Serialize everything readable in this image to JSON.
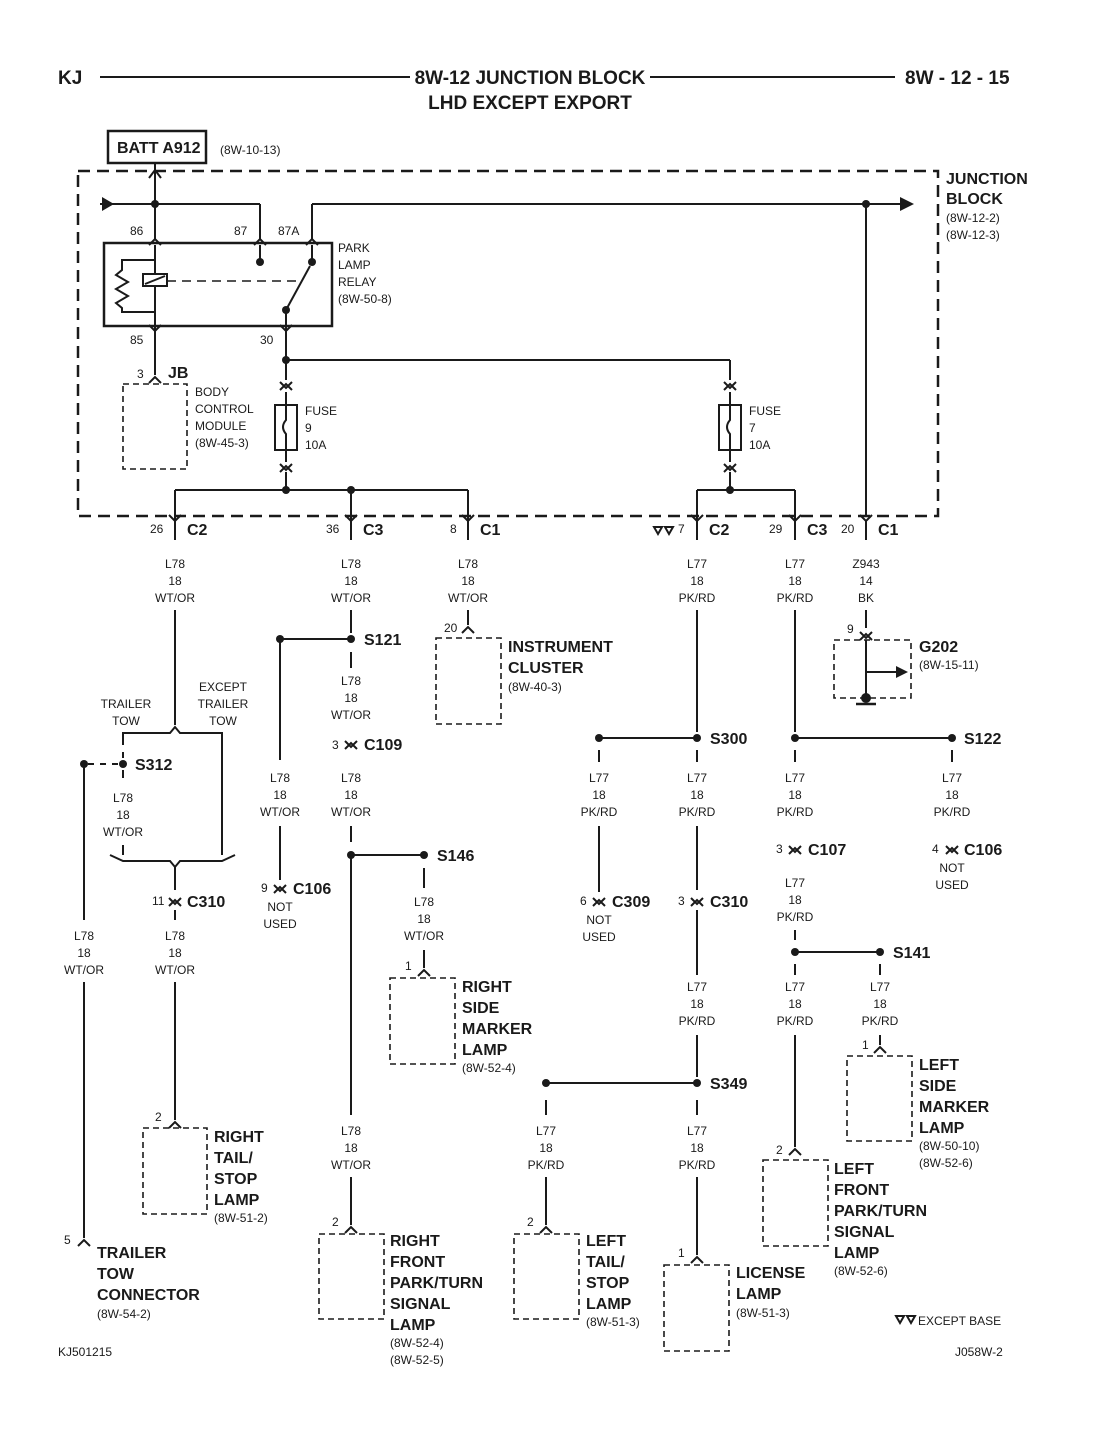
{
  "header": {
    "left": "KJ",
    "title": "8W-12 JUNCTION BLOCK",
    "subtitle": "LHD EXCEPT EXPORT",
    "right": "8W - 12 - 15"
  },
  "footer": {
    "left": "KJ501215",
    "right": "J058W-2",
    "legend": "EXCEPT BASE"
  },
  "batt": {
    "label": "BATT A912",
    "ref": "(8W-10-13)"
  },
  "jb": {
    "title1": "JUNCTION",
    "title2": "BLOCK",
    "ref1": "(8W-12-2)",
    "ref2": "(8W-12-3)"
  },
  "relay": {
    "pin86": "86",
    "pin87": "87",
    "pin87a": "87A",
    "pin85": "85",
    "pin30": "30",
    "l1": "PARK",
    "l2": "LAMP",
    "l3": "RELAY",
    "ref": "(8W-50-8)"
  },
  "bcm": {
    "pin": "3",
    "code": "JB",
    "l1": "BODY",
    "l2": "CONTROL",
    "l3": "MODULE",
    "ref": "(8W-45-3)"
  },
  "fuse9": {
    "l1": "FUSE",
    "l2": "9",
    "l3": "10A"
  },
  "fuse7": {
    "l1": "FUSE",
    "l2": "7",
    "l3": "10A"
  },
  "conn": {
    "c26": {
      "pin": "26",
      "name": "C2"
    },
    "c36": {
      "pin": "36",
      "name": "C3"
    },
    "c8": {
      "pin": "8",
      "name": "C1"
    },
    "c7": {
      "pin": "7",
      "name": "C2"
    },
    "c29": {
      "pin": "29",
      "name": "C3"
    },
    "c20": {
      "pin": "20",
      "name": "C1"
    },
    "c109": {
      "pin": "3",
      "name": "C109"
    },
    "c310a": {
      "pin": "11",
      "name": "C310"
    },
    "c106a": {
      "pin": "9",
      "name": "C106"
    },
    "c309": {
      "pin": "6",
      "name": "C309"
    },
    "c310b": {
      "pin": "3",
      "name": "C310"
    },
    "c107": {
      "pin": "3",
      "name": "C107"
    },
    "c106b": {
      "pin": "4",
      "name": "C106"
    }
  },
  "wires": {
    "l78": "L78",
    "l77": "L77",
    "z943": "Z943",
    "g18": "18",
    "g14": "14",
    "wtor": "WT/OR",
    "pkrd": "PK/RD",
    "bk": "BK"
  },
  "splices": {
    "s121": "S121",
    "s146": "S146",
    "s312": "S312",
    "s300": "S300",
    "s122": "S122",
    "s141": "S141",
    "s349": "S349"
  },
  "notes": {
    "trailer": "TRAILER",
    "tow": "TOW",
    "except": "EXCEPT",
    "not": "NOT",
    "used": "USED"
  },
  "g202": {
    "pin": "9",
    "name": "G202",
    "ref": "(8W-15-11)"
  },
  "cluster": {
    "pin": "20",
    "l1": "INSTRUMENT",
    "l2": "CLUSTER",
    "ref": "(8W-40-3)"
  },
  "rsm": {
    "pin": "1",
    "l1": "RIGHT",
    "l2": "SIDE",
    "l3": "MARKER",
    "l4": "LAMP",
    "ref": "(8W-52-4)"
  },
  "rts": {
    "pin": "2",
    "l1": "RIGHT",
    "l2": "TAIL/",
    "l3": "STOP",
    "l4": "LAMP",
    "ref": "(8W-51-2)"
  },
  "ttc": {
    "pin": "5",
    "l1": "TRAILER",
    "l2": "TOW",
    "l3": "CONNECTOR",
    "ref": "(8W-54-2)"
  },
  "rfp": {
    "pin": "2",
    "l1": "RIGHT",
    "l2": "FRONT",
    "l3": "PARK/TURN",
    "l4": "SIGNAL",
    "l5": "LAMP",
    "ref1": "(8W-52-4)",
    "ref2": "(8W-52-5)"
  },
  "lts": {
    "pin": "2",
    "l1": "LEFT",
    "l2": "TAIL/",
    "l3": "STOP",
    "l4": "LAMP",
    "ref": "(8W-51-3)"
  },
  "lic": {
    "pin": "1",
    "l1": "LICENSE",
    "l2": "LAMP",
    "ref": "(8W-51-3)"
  },
  "lfp": {
    "pin": "2",
    "l1": "LEFT",
    "l2": "FRONT",
    "l3": "PARK/TURN",
    "l4": "SIGNAL",
    "l5": "LAMP",
    "ref": "(8W-52-6)"
  },
  "lsm": {
    "pin": "1",
    "l1": "LEFT",
    "l2": "SIDE",
    "l3": "MARKER",
    "l4": "LAMP",
    "ref1": "(8W-50-10)",
    "ref2": "(8W-52-6)"
  }
}
